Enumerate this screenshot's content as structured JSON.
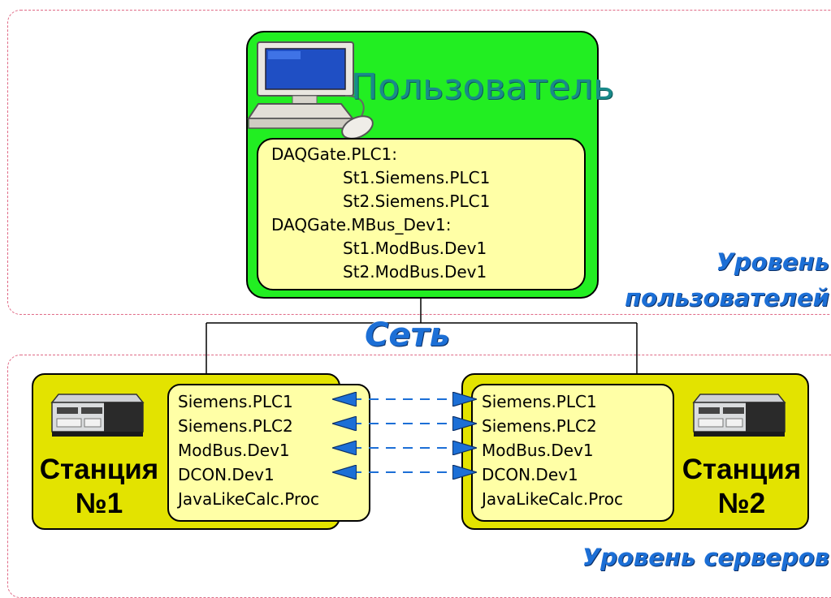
{
  "zones": {
    "user_level_line1": "Уровень",
    "user_level_line2": "пользователей",
    "network": "Сеть",
    "server_level": "Уровень серверов"
  },
  "user": {
    "title": "Пользователь",
    "lines": [
      "DAQGate.PLC1:",
      "St1.Siemens.PLC1",
      "St2.Siemens.PLC1",
      "DAQGate.MBus_Dev1:",
      "St1.ModBus.Dev1",
      "St2.ModBus.Dev1"
    ]
  },
  "station1": {
    "name_line1": "Станция",
    "name_line2": "№1",
    "items": [
      "Siemens.PLC1",
      "Siemens.PLC2",
      "ModBus.Dev1",
      "DCON.Dev1",
      "JavaLikeCalc.Proc"
    ]
  },
  "station2": {
    "name_line1": "Станция",
    "name_line2": "№2",
    "items": [
      "Siemens.PLC1",
      "Siemens.PLC2",
      "ModBus.Dev1",
      "DCON.Dev1",
      "JavaLikeCalc.Proc"
    ]
  },
  "icons": {
    "user": "computer-icon",
    "server": "server-icon"
  },
  "colors": {
    "user_box": "#22ee22",
    "station_box": "#e3e300",
    "list_fill": "#ffffa6",
    "zone_border": "#e06a86",
    "zone_label": "#1c6fd6",
    "arrow": "#1c6fd6"
  }
}
